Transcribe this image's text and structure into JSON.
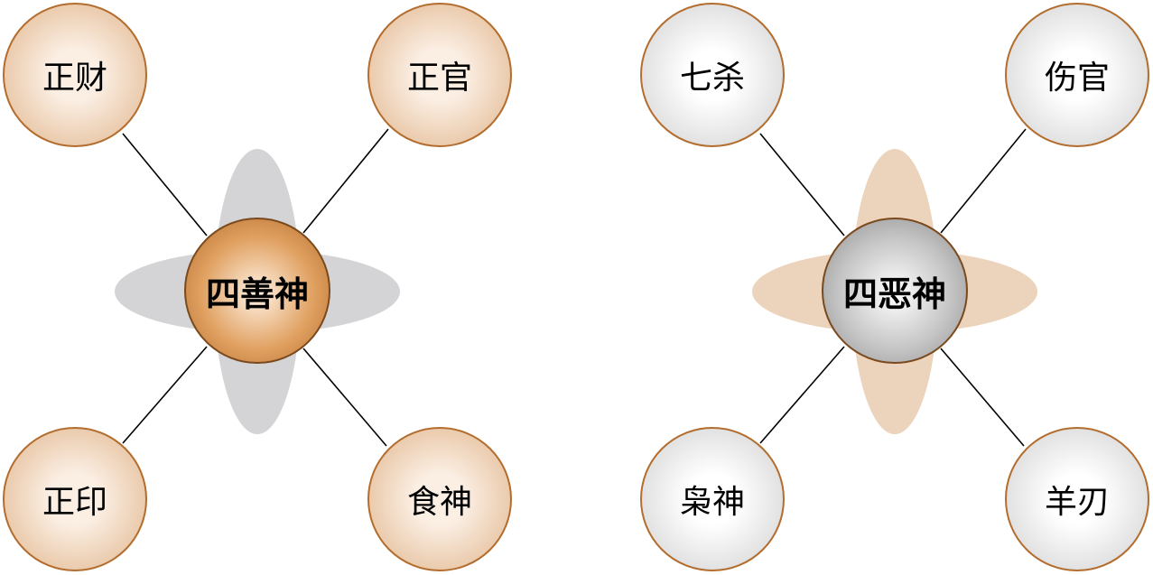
{
  "colors": {
    "node_border": "#b36d2e",
    "hub_border": "#7a4a1e",
    "connector": "#000000"
  },
  "diagrams": [
    {
      "theme": "good",
      "petal_color": "#d4d4d6",
      "node_fill": [
        "#fbefe4",
        "#e0b48a"
      ],
      "hub_fill": [
        "#fff2e4",
        "#e0a060",
        "#b06a2c"
      ],
      "center_label": "四善神",
      "nodes": {
        "top_left": "正财",
        "top_right": "正官",
        "bottom_left": "正印",
        "bottom_right": "食神"
      }
    },
    {
      "theme": "evil",
      "petal_color": "#ecd3bb",
      "node_fill": [
        "#ffffff",
        "#cfcfcf"
      ],
      "hub_fill": [
        "#ffffff",
        "#c4c4c4",
        "#8a8a8a"
      ],
      "center_label": "四恶神",
      "nodes": {
        "top_left": "七杀",
        "top_right": "伤官",
        "bottom_left": "枭神",
        "bottom_right": "羊刃"
      }
    }
  ]
}
